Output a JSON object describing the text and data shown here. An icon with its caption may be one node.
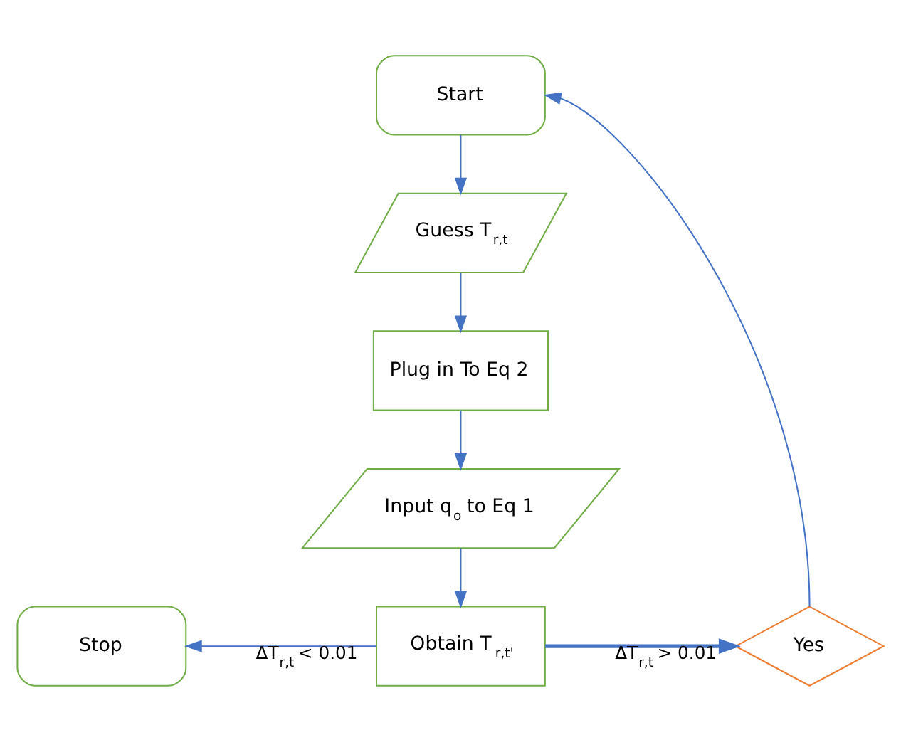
{
  "diagram": {
    "nodes": [
      {
        "text": [
          "Start"
        ]
      },
      {
        "text": [
          "Guess T$_{r,t}$"
        ]
      },
      {
        "text": [
          "Plug in To Eq 2"
        ]
      },
      {
        "text": [
          "Input q$_{o}$ to Eq 1"
        ]
      },
      {
        "text": [
          "Obtain T$_{r,t'}$"
        ]
      },
      {
        "text": [
          "Stop"
        ]
      },
      {
        "text": [
          "Yes"
        ]
      }
    ],
    "edges": [
      {
        "from": 0,
        "to": 1,
        "arrow": "to"
      },
      {
        "from": 1,
        "to": 2,
        "arrow": "to"
      },
      {
        "from": 2,
        "to": 3,
        "arrow": "to"
      },
      {
        "from": 3,
        "to": 4,
        "arrow": "to"
      },
      {
        "from": 4,
        "to": 5,
        "arrow": "to",
        "label": "ΔT$_{r,t}$ < 0.01"
      },
      {
        "from": 4,
        "to": 6,
        "arrow": "to",
        "label": "ΔT$_{r,t}$ > 0.01",
        "style": "thick"
      },
      {
        "from": 6,
        "to": 0,
        "arrow": "to"
      }
    ]
  }
}
